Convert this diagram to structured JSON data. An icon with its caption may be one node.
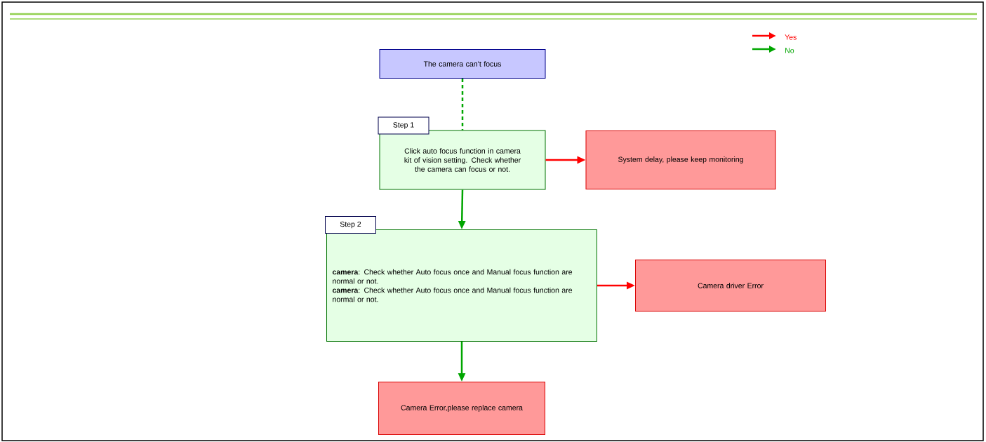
{
  "diagram": {
    "nodes": [
      {
        "text": [
          "The camera can’t focus"
        ]
      },
      {
        "text": [
          "Step 1",
          "Click auto focus function in camera kit of vision setting. Check whether the camera can focus or not."
        ]
      },
      {
        "text": [
          "System delay, please keep monitoring"
        ]
      },
      {
        "text": [
          "Step 2",
          "**camera**: Check whether Auto focus once and Manual focus function are normal or not.",
          "**camera**: Check whether Auto focus once and Manual focus function are normal or not."
        ]
      },
      {
        "text": [
          "Camera driver Error"
        ]
      },
      {
        "text": [
          "Camera Error,please replace camera"
        ]
      }
    ],
    "edges": [
      {
        "from": 0,
        "to": 1,
        "arrow": "none",
        "style": "dashed"
      },
      {
        "from": 1,
        "to": 2,
        "arrow": "to",
        "color": "#ff0000"
      },
      {
        "from": 1,
        "to": 3,
        "arrow": "to"
      },
      {
        "from": 3,
        "to": 4,
        "arrow": "to",
        "color": "#ff0000"
      },
      {
        "from": 3,
        "to": 5,
        "arrow": "to"
      }
    ],
    "legend": [
      {
        "text": "Yes"
      },
      {
        "text": "No"
      }
    ]
  }
}
